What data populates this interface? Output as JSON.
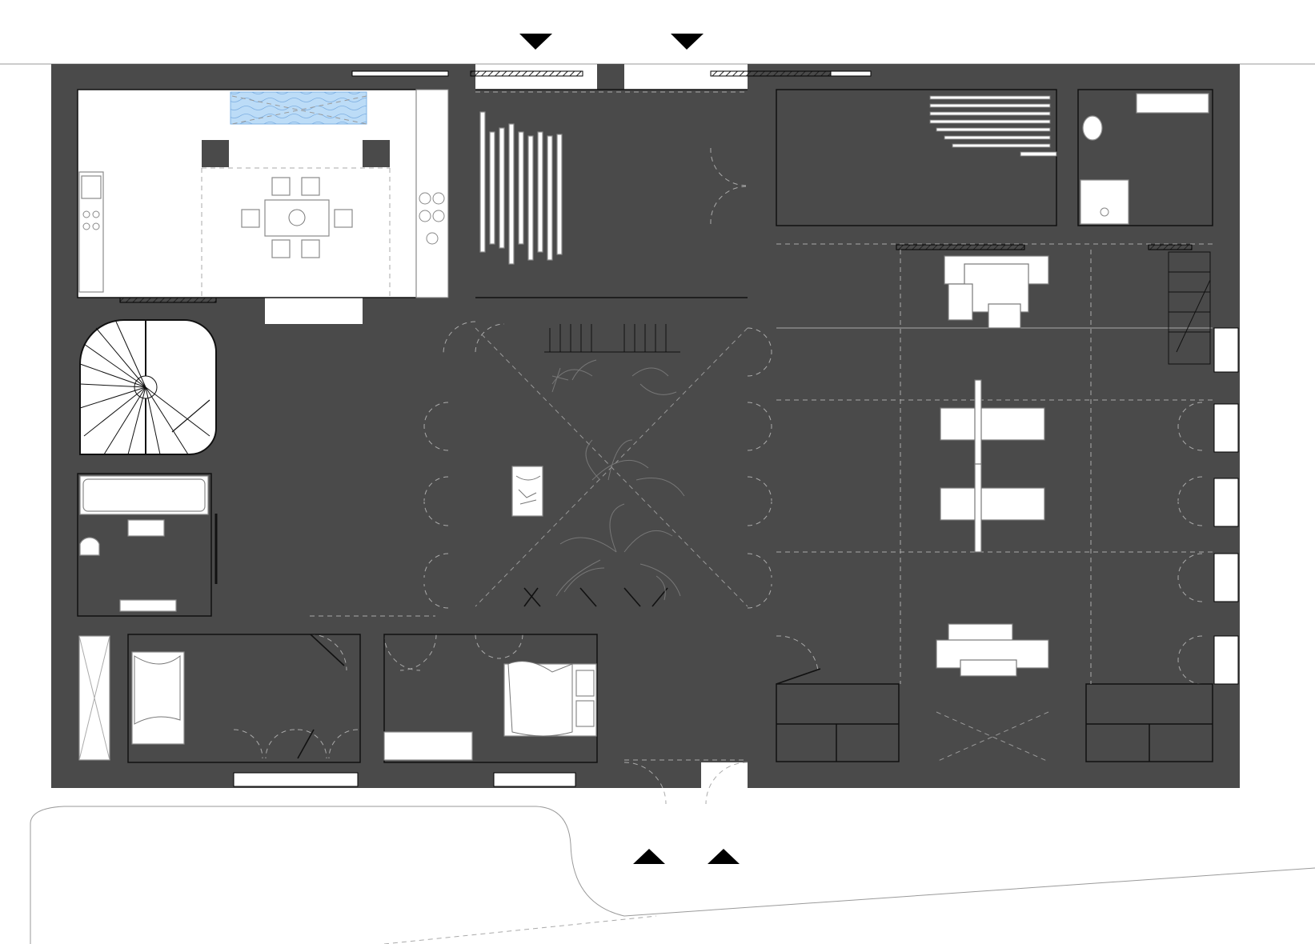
{
  "drawing": {
    "type": "architectural-floor-plan",
    "view": "ground floor",
    "entrances": {
      "top_arrows": 2,
      "bottom_arrows": 2
    }
  },
  "palette": {
    "wall": "#4a4a4a",
    "water": "#bcdcf7",
    "tile": "#dedede",
    "line": "#111111",
    "furniture": "#8a8a8a"
  },
  "rooms": [
    {
      "id": "kitchen-dining",
      "icon": "dining-table-icon"
    },
    {
      "id": "stair-hall",
      "icon": "spiral-stair-icon"
    },
    {
      "id": "bathroom",
      "icon": "bathtub-icon"
    },
    {
      "id": "bedroom-small",
      "icon": "bed-icon"
    },
    {
      "id": "bedroom-main",
      "icon": "bed-icon"
    },
    {
      "id": "courtyard",
      "icon": "palm-tree-icon"
    },
    {
      "id": "workshop",
      "icon": "machine-icon"
    },
    {
      "id": "washroom",
      "icon": "toilet-icon"
    }
  ]
}
